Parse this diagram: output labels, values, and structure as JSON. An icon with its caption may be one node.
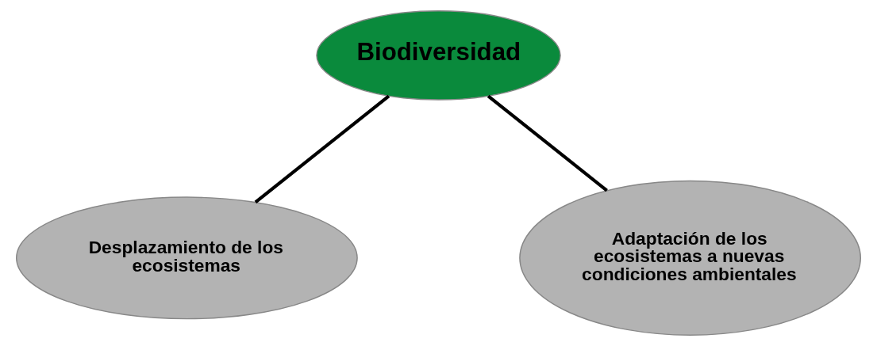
{
  "diagram": {
    "nodes": [
      {
        "text": [
          "Biodiversidad"
        ]
      },
      {
        "text": [
          "Desplazamiento de los ecosistemas"
        ]
      },
      {
        "text": [
          "Adaptación de los ecosistemas a nuevas condiciones ambientales"
        ]
      }
    ],
    "edges": [
      {
        "from": 0,
        "to": 1,
        "arrow": "none"
      },
      {
        "from": 0,
        "to": 2,
        "arrow": "none"
      }
    ]
  }
}
